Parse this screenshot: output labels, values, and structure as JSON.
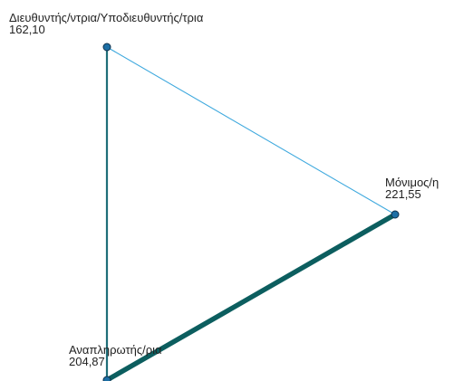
{
  "chart_data": {
    "type": "network",
    "nodes": [
      {
        "id": "n0",
        "label": "Διευθυντής/ντρια/Υποδιευθυντής/τρια",
        "value": "162,10"
      },
      {
        "id": "n1",
        "label": "Μόνιμος/η",
        "value": "221,55"
      },
      {
        "id": "n2",
        "label": "Αναπληρωτής/ρια",
        "value": "204,87"
      }
    ],
    "edges": [
      {
        "source": "n0",
        "target": "n1",
        "weight": 1,
        "color": "#3fa9de"
      },
      {
        "source": "n0",
        "target": "n2",
        "weight": 2,
        "color": "#1f6e78"
      },
      {
        "source": "n1",
        "target": "n2",
        "weight": 5,
        "color": "#0c5e5f"
      }
    ],
    "node_color": "#1d6fa5",
    "node_stroke": "#0e2f4a"
  }
}
